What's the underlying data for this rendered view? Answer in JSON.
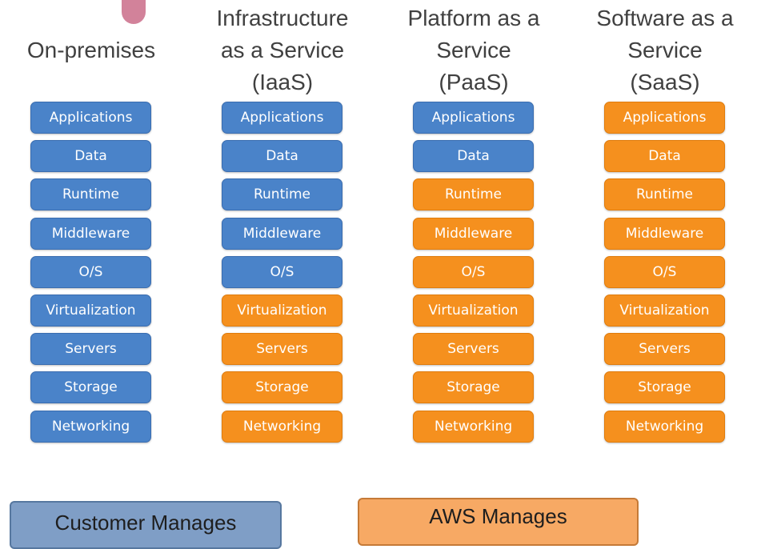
{
  "columns": [
    {
      "title": "On-premises",
      "layers": [
        {
          "label": "Applications",
          "manager": "customer"
        },
        {
          "label": "Data",
          "manager": "customer"
        },
        {
          "label": "Runtime",
          "manager": "customer"
        },
        {
          "label": "Middleware",
          "manager": "customer"
        },
        {
          "label": "O/S",
          "manager": "customer"
        },
        {
          "label": "Virtualization",
          "manager": "customer"
        },
        {
          "label": "Servers",
          "manager": "customer"
        },
        {
          "label": "Storage",
          "manager": "customer"
        },
        {
          "label": "Networking",
          "manager": "customer"
        }
      ]
    },
    {
      "title": "Infrastructure\nas a Service\n(IaaS)",
      "layers": [
        {
          "label": "Applications",
          "manager": "customer"
        },
        {
          "label": "Data",
          "manager": "customer"
        },
        {
          "label": "Runtime",
          "manager": "customer"
        },
        {
          "label": "Middleware",
          "manager": "customer"
        },
        {
          "label": "O/S",
          "manager": "customer"
        },
        {
          "label": "Virtualization",
          "manager": "aws"
        },
        {
          "label": "Servers",
          "manager": "aws"
        },
        {
          "label": "Storage",
          "manager": "aws"
        },
        {
          "label": "Networking",
          "manager": "aws"
        }
      ]
    },
    {
      "title": "Platform as a\nService\n(PaaS)",
      "layers": [
        {
          "label": "Applications",
          "manager": "customer"
        },
        {
          "label": "Data",
          "manager": "customer"
        },
        {
          "label": "Runtime",
          "manager": "aws"
        },
        {
          "label": "Middleware",
          "manager": "aws"
        },
        {
          "label": "O/S",
          "manager": "aws"
        },
        {
          "label": "Virtualization",
          "manager": "aws"
        },
        {
          "label": "Servers",
          "manager": "aws"
        },
        {
          "label": "Storage",
          "manager": "aws"
        },
        {
          "label": "Networking",
          "manager": "aws"
        }
      ]
    },
    {
      "title": "Software as a\nService\n(SaaS)",
      "layers": [
        {
          "label": "Applications",
          "manager": "aws"
        },
        {
          "label": "Data",
          "manager": "aws"
        },
        {
          "label": "Runtime",
          "manager": "aws"
        },
        {
          "label": "Middleware",
          "manager": "aws"
        },
        {
          "label": "O/S",
          "manager": "aws"
        },
        {
          "label": "Virtualization",
          "manager": "aws"
        },
        {
          "label": "Servers",
          "manager": "aws"
        },
        {
          "label": "Storage",
          "manager": "aws"
        },
        {
          "label": "Networking",
          "manager": "aws"
        }
      ]
    }
  ],
  "legend": {
    "customer": "Customer Manages",
    "aws": "AWS Manages"
  },
  "colors": {
    "customer": "#4a83c9",
    "aws": "#f5901e"
  }
}
